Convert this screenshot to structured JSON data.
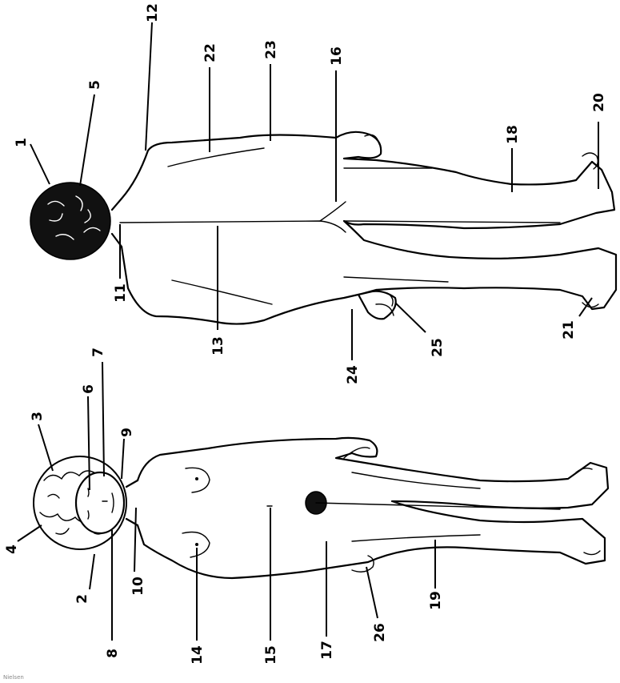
{
  "labels": {
    "l1": "1",
    "l2": "2",
    "l3": "3",
    "l4": "4",
    "l5": "5",
    "l6": "6",
    "l7": "7",
    "l8": "8",
    "l9": "9",
    "l10": "10",
    "l11": "11",
    "l12": "12",
    "l13": "13",
    "l14": "14",
    "l15": "15",
    "l16": "16",
    "l17": "17",
    "l18": "18",
    "l19": "19",
    "l20": "20",
    "l21": "21",
    "l22": "22",
    "l23": "23",
    "l24": "24",
    "l25": "25",
    "l26": "26"
  },
  "corner_mark": "Nielsen"
}
